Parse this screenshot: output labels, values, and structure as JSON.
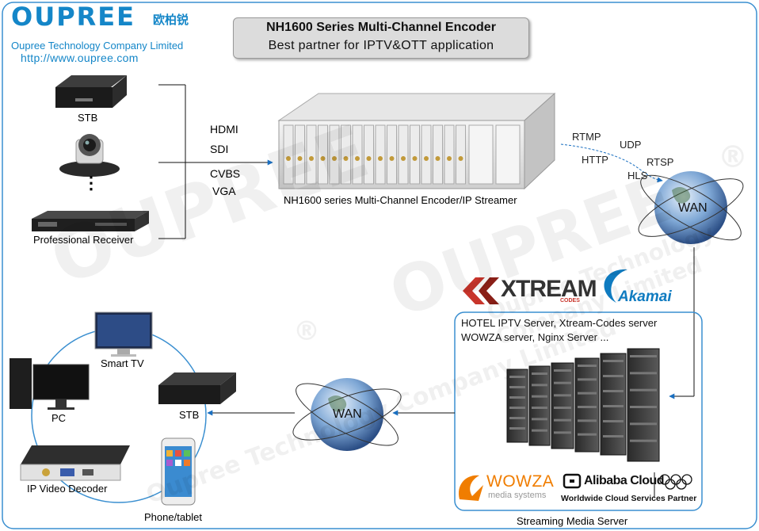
{
  "brand": {
    "name": "OUPREE",
    "name_cn": "欧柏锐",
    "company": "Oupree Technology Company Limited",
    "url": "http://www.oupree.com",
    "watermark_sub": "Oupree Technology Company Limited",
    "registered_mark": "®"
  },
  "banner": {
    "title": "NH1600 Series Multi-Channel Encoder",
    "subtitle": "Best partner for IPTV&OTT application"
  },
  "sources": {
    "stb": "STB",
    "ellipsis": "⋮",
    "receiver": "Professional Receiver"
  },
  "inputs": [
    "HDMI",
    "SDI",
    "CVBS",
    "VGA"
  ],
  "encoder": {
    "caption": "NH1600 series Multi-Channel Encoder/IP Streamer"
  },
  "protocols": {
    "rtmp": "RTMP",
    "udp": "UDP",
    "http": "HTTP",
    "rtsp": "RTSP",
    "hls": "HLS"
  },
  "wan": {
    "top": "WAN",
    "bottom": "WAN"
  },
  "logos": {
    "xtream": "XTREAM",
    "xtream_sub": "CODES",
    "akamai": "Akamai",
    "wowza": "WOWZA",
    "wowza_sub": "media systems",
    "alibaba": "Alibaba Cloud",
    "partner": "Worldwide Cloud Services Partner"
  },
  "server": {
    "line1": "HOTEL IPTV Server, Xtream-Codes server",
    "line2": "WOWZA server, Nginx Server ...",
    "caption": "Streaming Media Server"
  },
  "clients": {
    "smart_tv": "Smart TV",
    "pc": "PC",
    "stb": "STB",
    "decoder": "IP Video Decoder",
    "phone": "Phone/tablet"
  },
  "colors": {
    "brand_blue": "#1486c8",
    "arrow_blue": "#1a6fc0",
    "frame": "#3a8fd0"
  }
}
